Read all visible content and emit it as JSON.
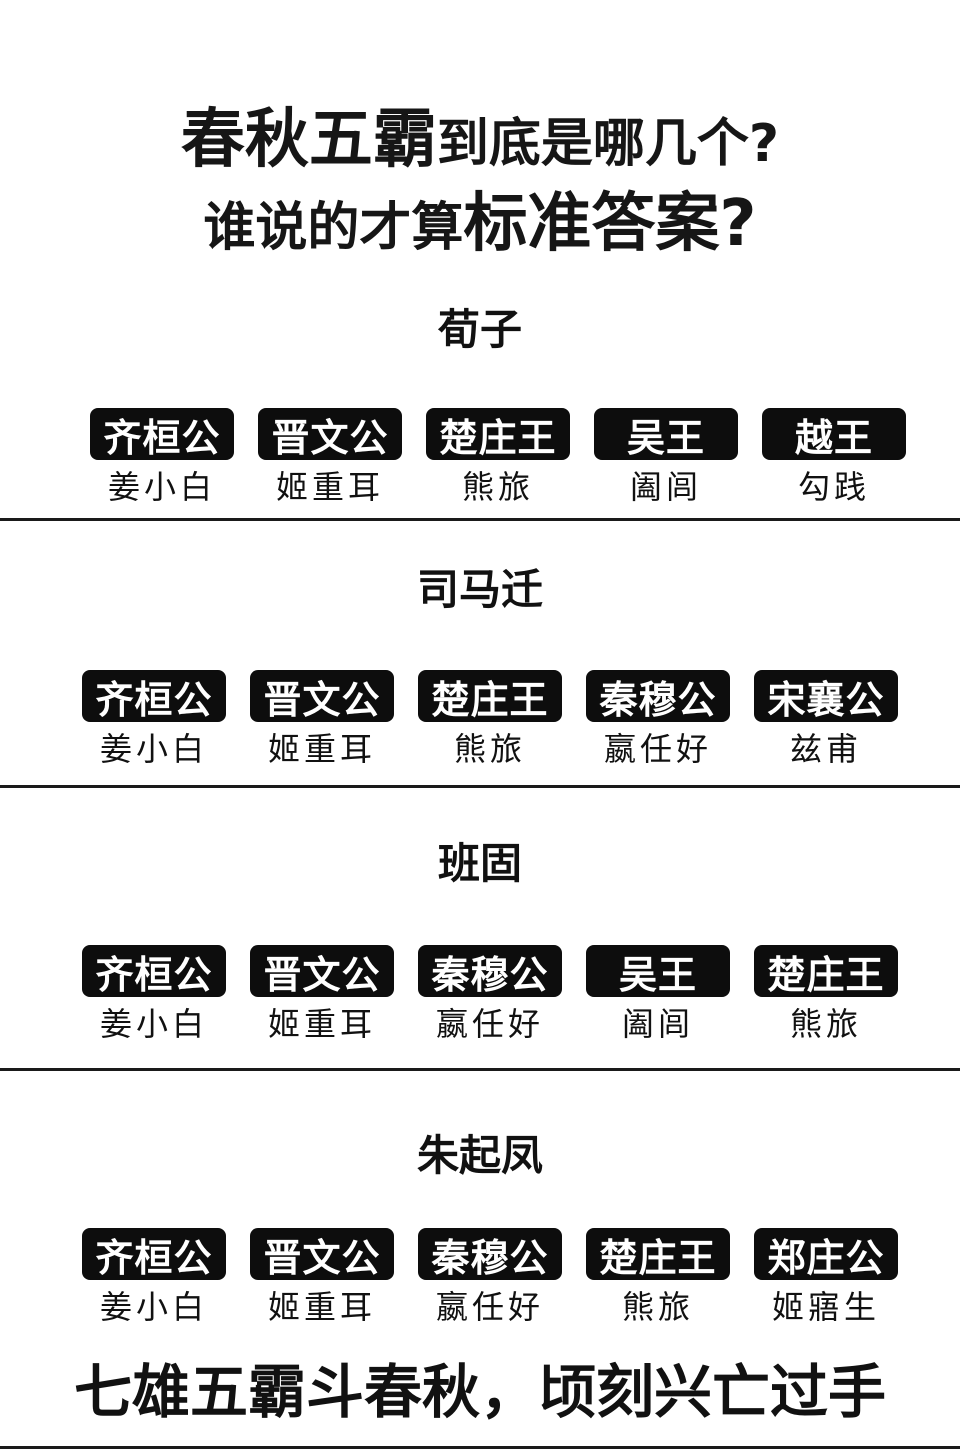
{
  "title": {
    "line1_big": "春秋五霸",
    "line1_small": "到底是哪几个?",
    "line2_small": "谁说的才算",
    "line2_big": "标准答案?"
  },
  "sections": [
    {
      "source": "荀子",
      "rulers": [
        {
          "title": "齐桓公",
          "name": "姜小白"
        },
        {
          "title": "晋文公",
          "name": "姬重耳"
        },
        {
          "title": "楚庄王",
          "name": "熊旅"
        },
        {
          "title": "吴王",
          "name": "阖闾"
        },
        {
          "title": "越王",
          "name": "勾践"
        }
      ]
    },
    {
      "source": "司马迁",
      "rulers": [
        {
          "title": "齐桓公",
          "name": "姜小白"
        },
        {
          "title": "晋文公",
          "name": "姬重耳"
        },
        {
          "title": "楚庄王",
          "name": "熊旅"
        },
        {
          "title": "秦穆公",
          "name": "嬴任好"
        },
        {
          "title": "宋襄公",
          "name": "兹甫"
        }
      ]
    },
    {
      "source": "班固",
      "rulers": [
        {
          "title": "齐桓公",
          "name": "姜小白"
        },
        {
          "title": "晋文公",
          "name": "姬重耳"
        },
        {
          "title": "秦穆公",
          "name": "嬴任好"
        },
        {
          "title": "吴王",
          "name": "阖闾"
        },
        {
          "title": "楚庄王",
          "name": "熊旅"
        }
      ]
    },
    {
      "source": "朱起凤",
      "rulers": [
        {
          "title": "齐桓公",
          "name": "姜小白"
        },
        {
          "title": "晋文公",
          "name": "姬重耳"
        },
        {
          "title": "秦穆公",
          "name": "嬴任好"
        },
        {
          "title": "楚庄王",
          "name": "熊旅"
        },
        {
          "title": "郑庄公",
          "name": "姬寤生"
        }
      ]
    }
  ],
  "footer": "七雄五霸斗春秋，顷刻兴亡过手"
}
